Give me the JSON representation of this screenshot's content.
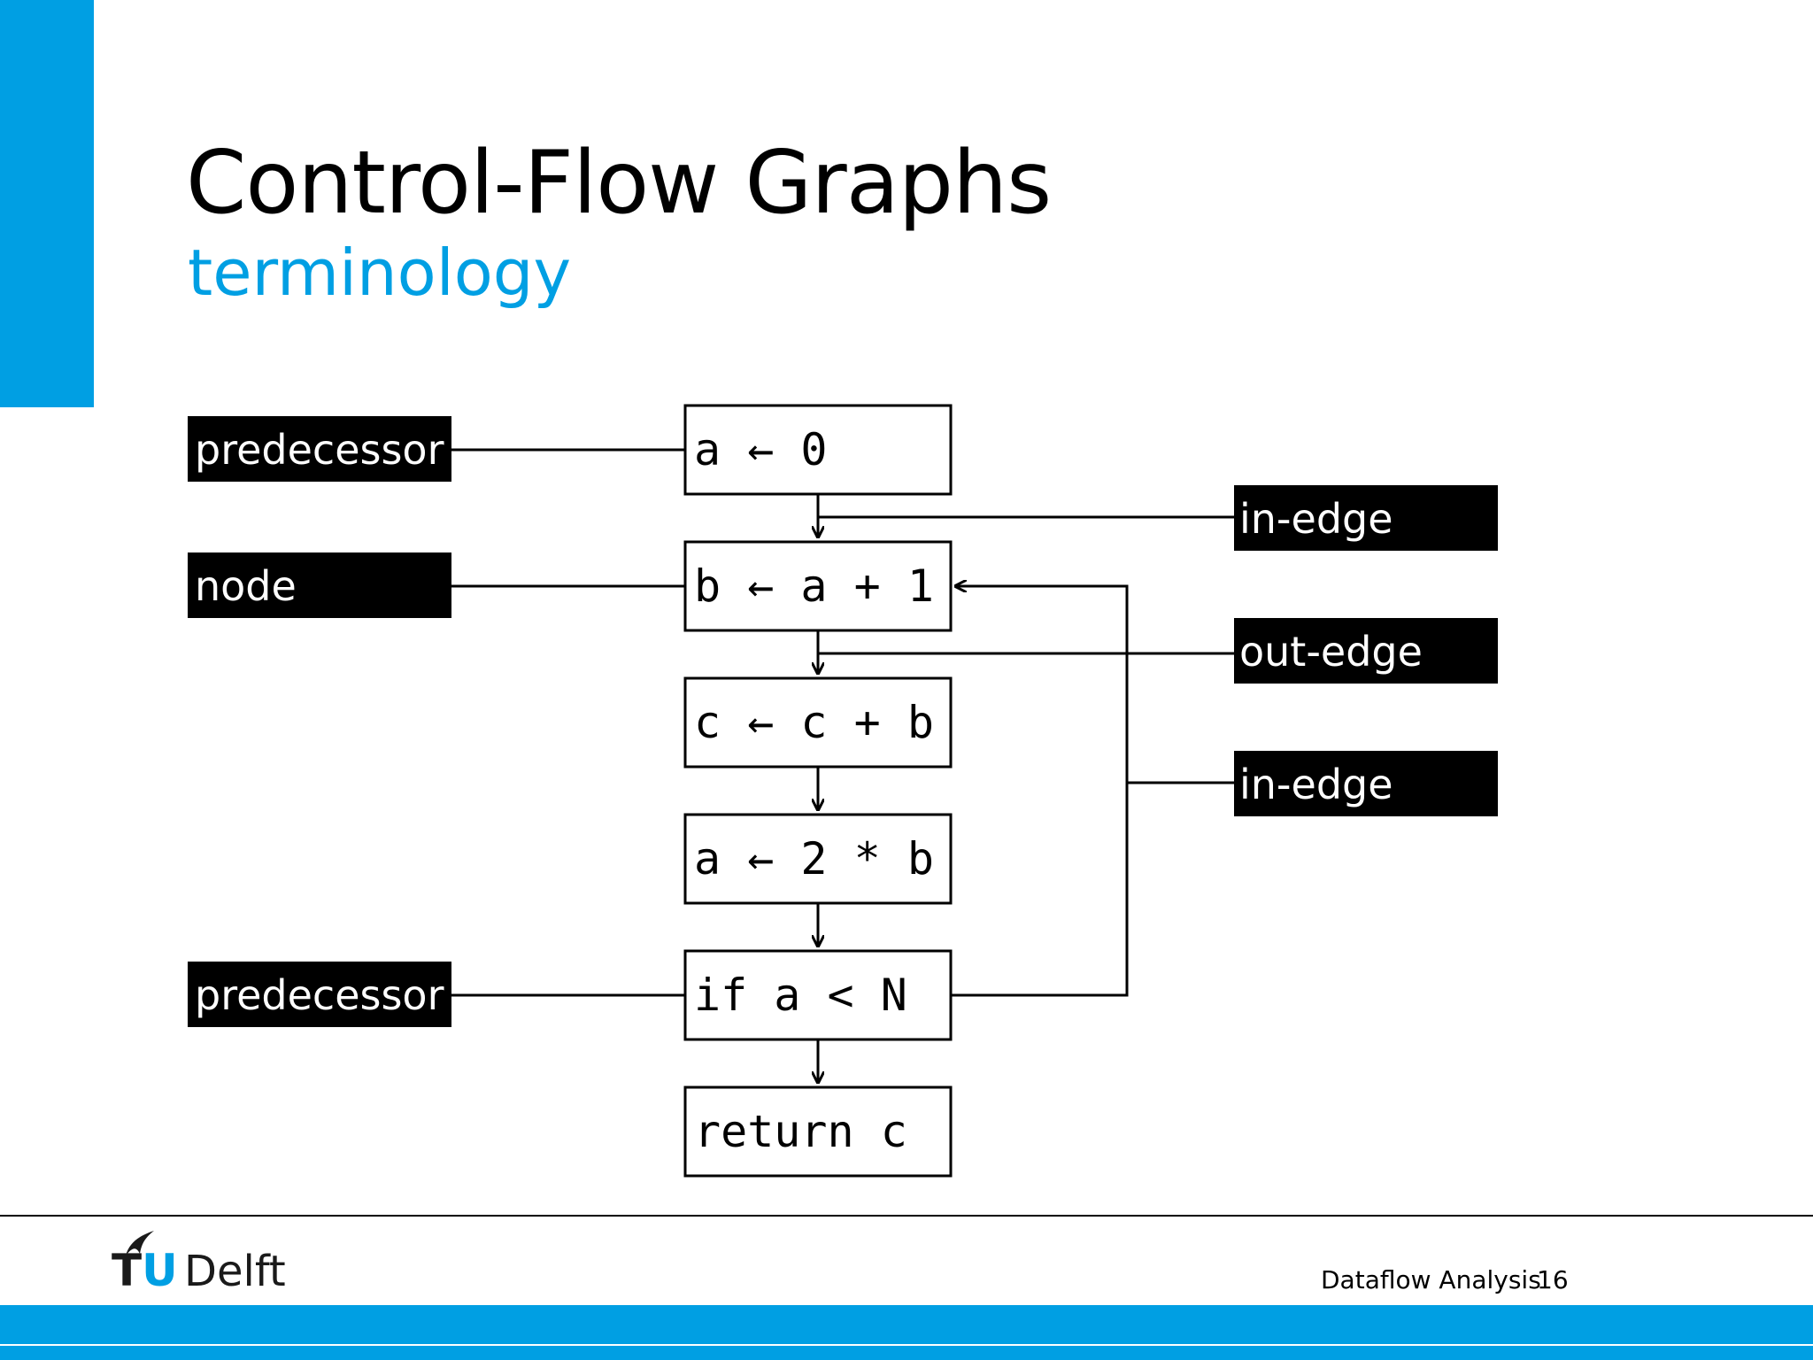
{
  "slide": {
    "title": "Control-Flow Graphs",
    "subtitle": "terminology",
    "accent_color": "#009FE3"
  },
  "diagram": {
    "nodes": [
      {
        "id": "n1",
        "code": "a ← 0"
      },
      {
        "id": "n2",
        "code": "b ← a + 1"
      },
      {
        "id": "n3",
        "code": "c ← c + b"
      },
      {
        "id": "n4",
        "code": "a ← 2 * b"
      },
      {
        "id": "n5",
        "code": "if a < N"
      },
      {
        "id": "n6",
        "code": "return c"
      }
    ],
    "edges": [
      {
        "from": "n1",
        "to": "n2"
      },
      {
        "from": "n2",
        "to": "n3"
      },
      {
        "from": "n3",
        "to": "n4"
      },
      {
        "from": "n4",
        "to": "n5"
      },
      {
        "from": "n5",
        "to": "n6"
      },
      {
        "from": "n5",
        "to": "n2"
      }
    ],
    "labels": {
      "predecessor_top": "predecessor",
      "node": "node",
      "predecessor_bottom": "predecessor",
      "in_edge_top": "in-edge",
      "out_edge": "out-edge",
      "in_edge_bottom": "in-edge"
    }
  },
  "footer": {
    "logo_tu": "TU",
    "logo_delft": "Delft",
    "course": "Dataflow Analysis",
    "page": "16"
  }
}
